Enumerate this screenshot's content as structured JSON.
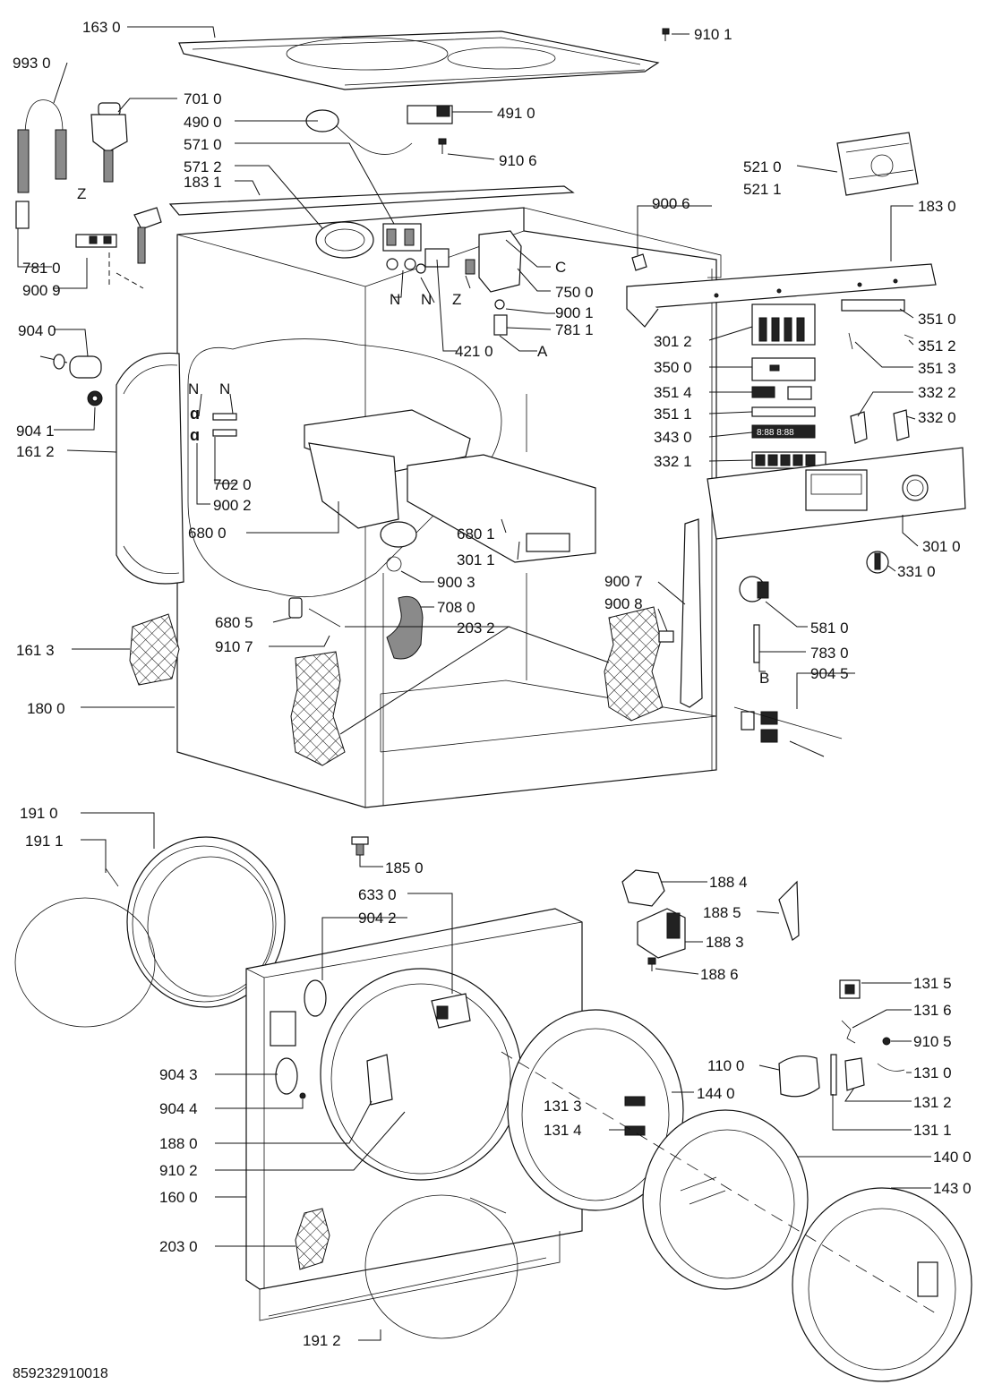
{
  "document_id": "859232910018",
  "labels": [
    {
      "id": "l1630",
      "text": "163 0"
    },
    {
      "id": "l9101",
      "text": "910 1"
    },
    {
      "id": "l9930",
      "text": "993 0"
    },
    {
      "id": "l7010",
      "text": "701 0"
    },
    {
      "id": "l4900",
      "text": "490 0"
    },
    {
      "id": "l4910",
      "text": "491 0"
    },
    {
      "id": "l5710",
      "text": "571 0"
    },
    {
      "id": "l9106",
      "text": "910 6"
    },
    {
      "id": "l5712",
      "text": "571 2"
    },
    {
      "id": "l5210",
      "text": "521 0"
    },
    {
      "id": "l5211",
      "text": "521 1"
    },
    {
      "id": "l1831",
      "text": "183 1"
    },
    {
      "id": "lZ1",
      "text": "Z"
    },
    {
      "id": "l9006",
      "text": "900 6"
    },
    {
      "id": "l1830",
      "text": "183 0"
    },
    {
      "id": "l7810",
      "text": "781 0"
    },
    {
      "id": "lC",
      "text": "C"
    },
    {
      "id": "l9009",
      "text": "900 9"
    },
    {
      "id": "lN1",
      "text": "N"
    },
    {
      "id": "lN2",
      "text": "N"
    },
    {
      "id": "lZ2",
      "text": "Z"
    },
    {
      "id": "l7500",
      "text": "750 0"
    },
    {
      "id": "l9001",
      "text": "900 1"
    },
    {
      "id": "l3510",
      "text": "351 0"
    },
    {
      "id": "l9040",
      "text": "904 0"
    },
    {
      "id": "l7811",
      "text": "781 1"
    },
    {
      "id": "l3012",
      "text": "301 2"
    },
    {
      "id": "l4210",
      "text": "421 0"
    },
    {
      "id": "lA",
      "text": "A"
    },
    {
      "id": "l3512",
      "text": "351 2"
    },
    {
      "id": "l3513",
      "text": "351 3"
    },
    {
      "id": "l3500",
      "text": "350 0"
    },
    {
      "id": "lN3",
      "text": "N"
    },
    {
      "id": "lN4",
      "text": "N"
    },
    {
      "id": "l3514",
      "text": "351 4"
    },
    {
      "id": "l3322",
      "text": "332 2"
    },
    {
      "id": "l9041",
      "text": "904 1"
    },
    {
      "id": "l3511",
      "text": "351 1"
    },
    {
      "id": "l3320",
      "text": "332 0"
    },
    {
      "id": "l1612",
      "text": "161 2"
    },
    {
      "id": "l3430",
      "text": "343 0"
    },
    {
      "id": "l3321",
      "text": "332 1"
    },
    {
      "id": "l7020",
      "text": "702 0"
    },
    {
      "id": "l9002",
      "text": "900 2"
    },
    {
      "id": "l6800",
      "text": "680 0"
    },
    {
      "id": "l6801",
      "text": "680 1"
    },
    {
      "id": "l3010",
      "text": "301 0"
    },
    {
      "id": "l3011",
      "text": "301 1"
    },
    {
      "id": "l3310",
      "text": "331 0"
    },
    {
      "id": "l9003",
      "text": "900 3"
    },
    {
      "id": "l9007",
      "text": "900 7"
    },
    {
      "id": "l7080",
      "text": "708 0"
    },
    {
      "id": "l9008",
      "text": "900 8"
    },
    {
      "id": "l6805",
      "text": "680 5"
    },
    {
      "id": "l2032",
      "text": "203 2"
    },
    {
      "id": "l5810",
      "text": "581 0"
    },
    {
      "id": "l9107",
      "text": "910 7"
    },
    {
      "id": "l1613",
      "text": "161 3"
    },
    {
      "id": "l7830",
      "text": "783 0"
    },
    {
      "id": "lB",
      "text": "B"
    },
    {
      "id": "l9045",
      "text": "904 5"
    },
    {
      "id": "l1800",
      "text": "180 0"
    },
    {
      "id": "l1910",
      "text": "191 0"
    },
    {
      "id": "l1911",
      "text": "191 1"
    },
    {
      "id": "l1850",
      "text": "185 0"
    },
    {
      "id": "l1884",
      "text": "188 4"
    },
    {
      "id": "l6330",
      "text": "633 0"
    },
    {
      "id": "l1885",
      "text": "188 5"
    },
    {
      "id": "l9042",
      "text": "904 2"
    },
    {
      "id": "l1883",
      "text": "188 3"
    },
    {
      "id": "l1886",
      "text": "188 6"
    },
    {
      "id": "l1315",
      "text": "131 5"
    },
    {
      "id": "l1316",
      "text": "131 6"
    },
    {
      "id": "l9105",
      "text": "910 5"
    },
    {
      "id": "l9043",
      "text": "904 3"
    },
    {
      "id": "l1100",
      "text": "110 0"
    },
    {
      "id": "l1310",
      "text": "131 0"
    },
    {
      "id": "l1313",
      "text": "131 3"
    },
    {
      "id": "l1440",
      "text": "144 0"
    },
    {
      "id": "l9044",
      "text": "904 4"
    },
    {
      "id": "l1312",
      "text": "131 2"
    },
    {
      "id": "l1314",
      "text": "131 4"
    },
    {
      "id": "l1311",
      "text": "131 1"
    },
    {
      "id": "l1880",
      "text": "188 0"
    },
    {
      "id": "l9102",
      "text": "910 2"
    },
    {
      "id": "l1400",
      "text": "140 0"
    },
    {
      "id": "l1600",
      "text": "160 0"
    },
    {
      "id": "l1430",
      "text": "143 0"
    },
    {
      "id": "l2030",
      "text": "203 0"
    },
    {
      "id": "l1912",
      "text": "191 2"
    }
  ],
  "panel_digits": "8:88 8:88",
  "colors": {
    "ink": "#111111",
    "paper": "#ffffff",
    "shade": "#8a8a8a"
  }
}
